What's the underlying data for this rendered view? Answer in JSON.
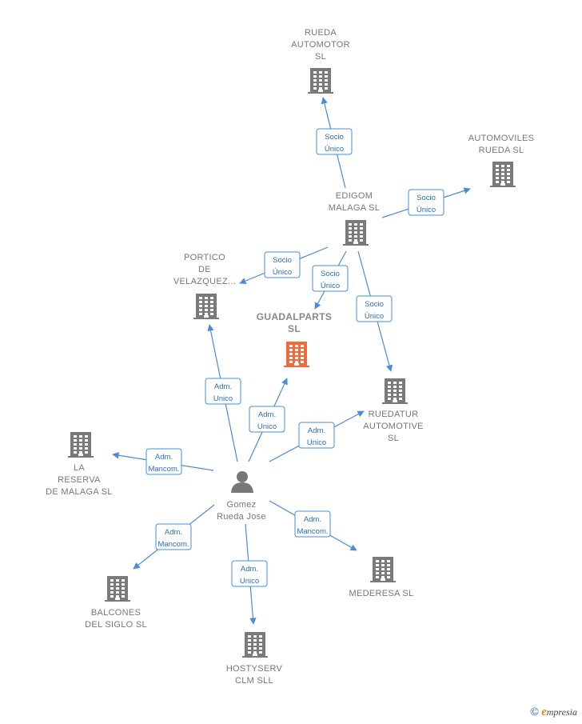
{
  "nodes": [
    {
      "id": "rueda_automotor",
      "lines": [
        "RUEDA",
        "AUTOMOTOR",
        "SL"
      ],
      "type": "company"
    },
    {
      "id": "automoviles_rueda",
      "lines": [
        "AUTOMOVILES",
        "RUEDA SL"
      ],
      "type": "company"
    },
    {
      "id": "edigom",
      "lines": [
        "EDIGOM",
        "MALAGA  SL"
      ],
      "type": "company"
    },
    {
      "id": "portico",
      "lines": [
        "PORTICO",
        "DE",
        "VELAZQUEZ..."
      ],
      "type": "company"
    },
    {
      "id": "guadalparts",
      "lines": [
        "GUADALPARTS",
        "SL"
      ],
      "type": "company-main"
    },
    {
      "id": "ruedatur",
      "lines": [
        "RUEDATUR",
        "AUTOMOTIVE",
        "SL"
      ],
      "type": "company"
    },
    {
      "id": "la_reserva",
      "lines": [
        "LA",
        "RESERVA",
        "DE MALAGA SL"
      ],
      "type": "company"
    },
    {
      "id": "gomez",
      "lines": [
        "Gomez",
        "Rueda Jose"
      ],
      "type": "person"
    },
    {
      "id": "balcones",
      "lines": [
        "BALCONES",
        "DEL SIGLO  SL"
      ],
      "type": "company"
    },
    {
      "id": "mederesa",
      "lines": [
        "MEDERESA SL"
      ],
      "type": "company"
    },
    {
      "id": "hostyserv",
      "lines": [
        "HOSTYSERV",
        "CLM  SLL"
      ],
      "type": "company"
    }
  ],
  "edges": [
    {
      "from": "edigom",
      "to": "rueda_automotor",
      "lines": [
        "Socio",
        "Único"
      ]
    },
    {
      "from": "edigom",
      "to": "automoviles_rueda",
      "lines": [
        "Socio",
        "Único"
      ]
    },
    {
      "from": "edigom",
      "to": "portico",
      "lines": [
        "Socio",
        "Único"
      ]
    },
    {
      "from": "edigom",
      "to": "guadalparts",
      "lines": [
        "Socio",
        "Único"
      ]
    },
    {
      "from": "edigom",
      "to": "ruedatur",
      "lines": [
        "Socio",
        "Único"
      ]
    },
    {
      "from": "gomez",
      "to": "portico",
      "lines": [
        "Adm.",
        "Unico"
      ]
    },
    {
      "from": "gomez",
      "to": "guadalparts",
      "lines": [
        "Adm.",
        "Unico"
      ]
    },
    {
      "from": "gomez",
      "to": "ruedatur",
      "lines": [
        "Adm.",
        "Unico"
      ]
    },
    {
      "from": "gomez",
      "to": "la_reserva",
      "lines": [
        "Adm.",
        "Mancom."
      ]
    },
    {
      "from": "gomez",
      "to": "balcones",
      "lines": [
        "Adm.",
        "Mancom."
      ]
    },
    {
      "from": "gomez",
      "to": "mederesa",
      "lines": [
        "Adm.",
        "Mancom."
      ]
    },
    {
      "from": "gomez",
      "to": "hostyserv",
      "lines": [
        "Adm.",
        "Unico"
      ]
    }
  ],
  "colors": {
    "edge": "#4a8cd6",
    "company_icon": "#7a7a7a",
    "main_icon": "#f26a3c",
    "label": "#777777"
  },
  "footer": {
    "copyright": "©",
    "brand_initial": "e",
    "brand_rest": "mpresia"
  }
}
